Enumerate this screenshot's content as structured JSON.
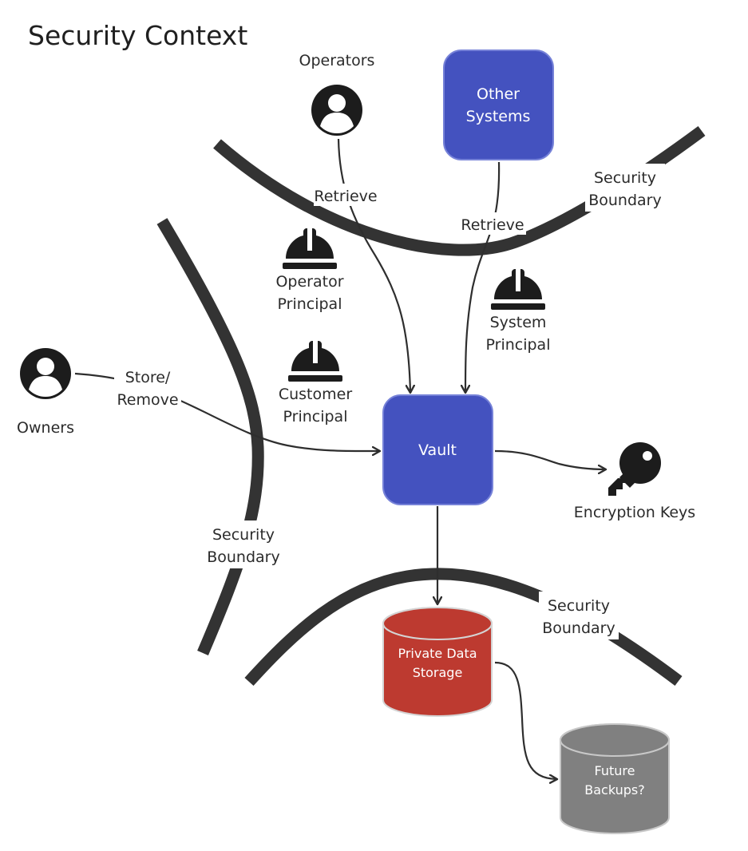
{
  "title": "Security Context",
  "colors": {
    "box_blue": "#4452BF",
    "box_blue_border": "#7682D8",
    "storage_red": "#BD3A30",
    "backup_gray": "#808080",
    "ink": "#1c1c1c",
    "boundary": "#333333"
  },
  "actors": {
    "operators": {
      "label": "Operators",
      "icon": "user-icon"
    },
    "owners": {
      "label": "Owners",
      "icon": "user-icon"
    }
  },
  "principals": {
    "operator": {
      "line1": "Operator",
      "line2": "Principal",
      "icon": "hard-hat-icon"
    },
    "customer": {
      "line1": "Customer",
      "line2": "Principal",
      "icon": "hard-hat-icon"
    },
    "system": {
      "line1": "System",
      "line2": "Principal",
      "icon": "hard-hat-icon"
    }
  },
  "nodes": {
    "other_systems": {
      "line1": "Other",
      "line2": "Systems"
    },
    "vault": {
      "label": "Vault"
    },
    "private_storage": {
      "line1": "Private Data",
      "line2": "Storage"
    },
    "future_backups": {
      "line1": "Future",
      "line2": "Backups?"
    },
    "encryption_keys": {
      "label": "Encryption Keys",
      "icon": "key-icon"
    }
  },
  "edges": {
    "operators_retrieve": "Retrieve",
    "systems_retrieve": "Retrieve",
    "owners_store_1": "Store/",
    "owners_store_2": "Remove"
  },
  "boundaries": {
    "top": {
      "line1": "Security",
      "line2": "Boundary"
    },
    "left": {
      "line1": "Security",
      "line2": "Boundary"
    },
    "bottom": {
      "line1": "Security",
      "line2": "Boundary"
    }
  }
}
